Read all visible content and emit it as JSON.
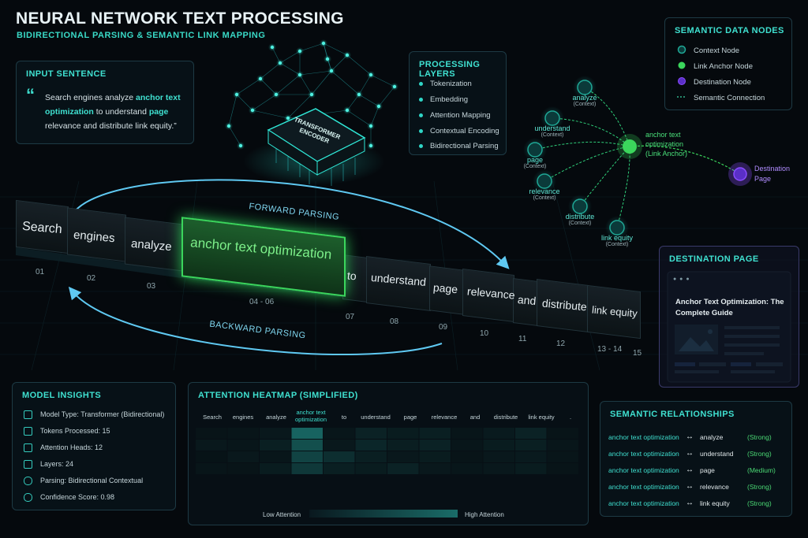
{
  "header": {
    "title": "NEURAL NETWORK TEXT PROCESSING",
    "subtitle": "BIDIRECTIONAL PARSING & SEMANTIC LINK MAPPING"
  },
  "input": {
    "title": "INPUT SENTENCE",
    "quote_mark": "“",
    "sentence": [
      "Search engines analyze ",
      "anchor text optimization",
      " to understand ",
      "page",
      " relevance and distribute link equity.”"
    ]
  },
  "chip": {
    "label_1": "TRANSFORMER",
    "label_2": "ENCODER"
  },
  "layers": {
    "title": "PROCESSING LAYERS",
    "items": [
      "Tokenization",
      "Embedding",
      "Attention Mapping",
      "Contextual Encoding",
      "Bidirectional Parsing"
    ]
  },
  "legend": {
    "title": "SEMANTIC DATA NODES",
    "items": [
      "Context Node",
      "Link Anchor Node",
      "Destination Node",
      "Semantic Connection"
    ]
  },
  "colors": {
    "context": "#1fa896",
    "anchor": "#3bd65c",
    "destination": "#8a4dff",
    "accent": "#3fe0d0"
  },
  "graph": {
    "context_nodes": [
      {
        "label": "analyze",
        "sub": "(Context)"
      },
      {
        "label": "understand",
        "sub": "(Context)"
      },
      {
        "label": "page",
        "sub": "(Context)"
      },
      {
        "label": "relevance",
        "sub": "(Context)"
      },
      {
        "label": "distribute",
        "sub": "(Context)"
      },
      {
        "label": "link equity",
        "sub": "(Context)"
      }
    ],
    "anchor": {
      "label_1": "anchor text",
      "label_2": "optimization",
      "sub": "(Link Anchor)"
    },
    "destination": {
      "label_1": "Destination",
      "label_2": "Page"
    }
  },
  "tokens": {
    "words": [
      "Search",
      "engines",
      "analyze",
      "anchor text optimization",
      "to",
      "understand",
      "page",
      "relevance",
      "and",
      "distribute",
      "link equity"
    ],
    "numbers": [
      "01",
      "02",
      "03",
      "04 - 06",
      "07",
      "08",
      "09",
      "10",
      "11",
      "12",
      "13 - 14",
      "15"
    ],
    "forward": "FORWARD PARSING",
    "backward": "BACKWARD PARSING"
  },
  "dest_page": {
    "title": "DESTINATION PAGE",
    "heading": "Anchor Text Optimization: The Complete Guide",
    "window_dots": "● ● ●"
  },
  "insights": {
    "title": "MODEL INSIGHTS",
    "items": [
      "Model Type: Transformer (Bidirectional)",
      "Tokens Processed: 15",
      "Attention Heads: 12",
      "Layers: 24",
      "Parsing: Bidirectional Contextual",
      "Confidence Score: 0.98"
    ]
  },
  "heatmap": {
    "title": "ATTENTION HEATMAP (SIMPLIFIED)",
    "columns": [
      "Search",
      "engines",
      "analyze",
      "anchor text optimization",
      "to",
      "understand",
      "page",
      "relevance",
      "and",
      "distribute",
      "link equity",
      "."
    ],
    "low_label": "Low Attention",
    "high_label": "High Attention",
    "matrix": [
      [
        0.1,
        0.12,
        0.2,
        0.95,
        0.15,
        0.35,
        0.25,
        0.3,
        0.12,
        0.22,
        0.35,
        0.1
      ],
      [
        0.18,
        0.15,
        0.3,
        0.8,
        0.2,
        0.4,
        0.28,
        0.35,
        0.15,
        0.25,
        0.3,
        0.15
      ],
      [
        0.08,
        0.2,
        0.15,
        0.7,
        0.5,
        0.3,
        0.2,
        0.25,
        0.1,
        0.2,
        0.22,
        0.12
      ],
      [
        0.12,
        0.1,
        0.25,
        0.6,
        0.3,
        0.25,
        0.35,
        0.2,
        0.15,
        0.18,
        0.25,
        0.1
      ]
    ]
  },
  "relationships": {
    "title": "SEMANTIC RELATIONSHIPS",
    "rows": [
      {
        "source": "anchor text optimization",
        "arrow": "↔",
        "target": "analyze",
        "strength": "(Strong)"
      },
      {
        "source": "anchor text optimization",
        "arrow": "↔",
        "target": "understand",
        "strength": "(Strong)"
      },
      {
        "source": "anchor text optimization",
        "arrow": "↔",
        "target": "page",
        "strength": "(Medium)"
      },
      {
        "source": "anchor text optimization",
        "arrow": "↔",
        "target": "relevance",
        "strength": "(Strong)"
      },
      {
        "source": "anchor text optimization",
        "arrow": "↔",
        "target": "link equity",
        "strength": "(Strong)"
      }
    ]
  }
}
